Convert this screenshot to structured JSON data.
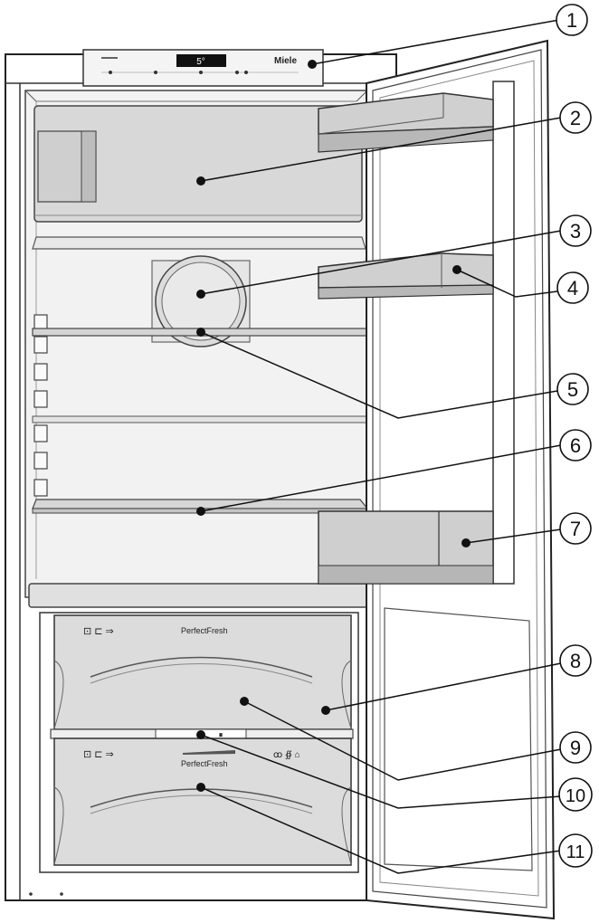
{
  "control_panel": {
    "display": "5°",
    "brand": "Miele"
  },
  "drawers": {
    "upper_label": "PerfectFresh",
    "lower_label": "PerfectFresh"
  },
  "callouts": [
    {
      "number": "1"
    },
    {
      "number": "2"
    },
    {
      "number": "3"
    },
    {
      "number": "4"
    },
    {
      "number": "5"
    },
    {
      "number": "6"
    },
    {
      "number": "7"
    },
    {
      "number": "8"
    },
    {
      "number": "9"
    },
    {
      "number": "10"
    },
    {
      "number": "11"
    }
  ]
}
